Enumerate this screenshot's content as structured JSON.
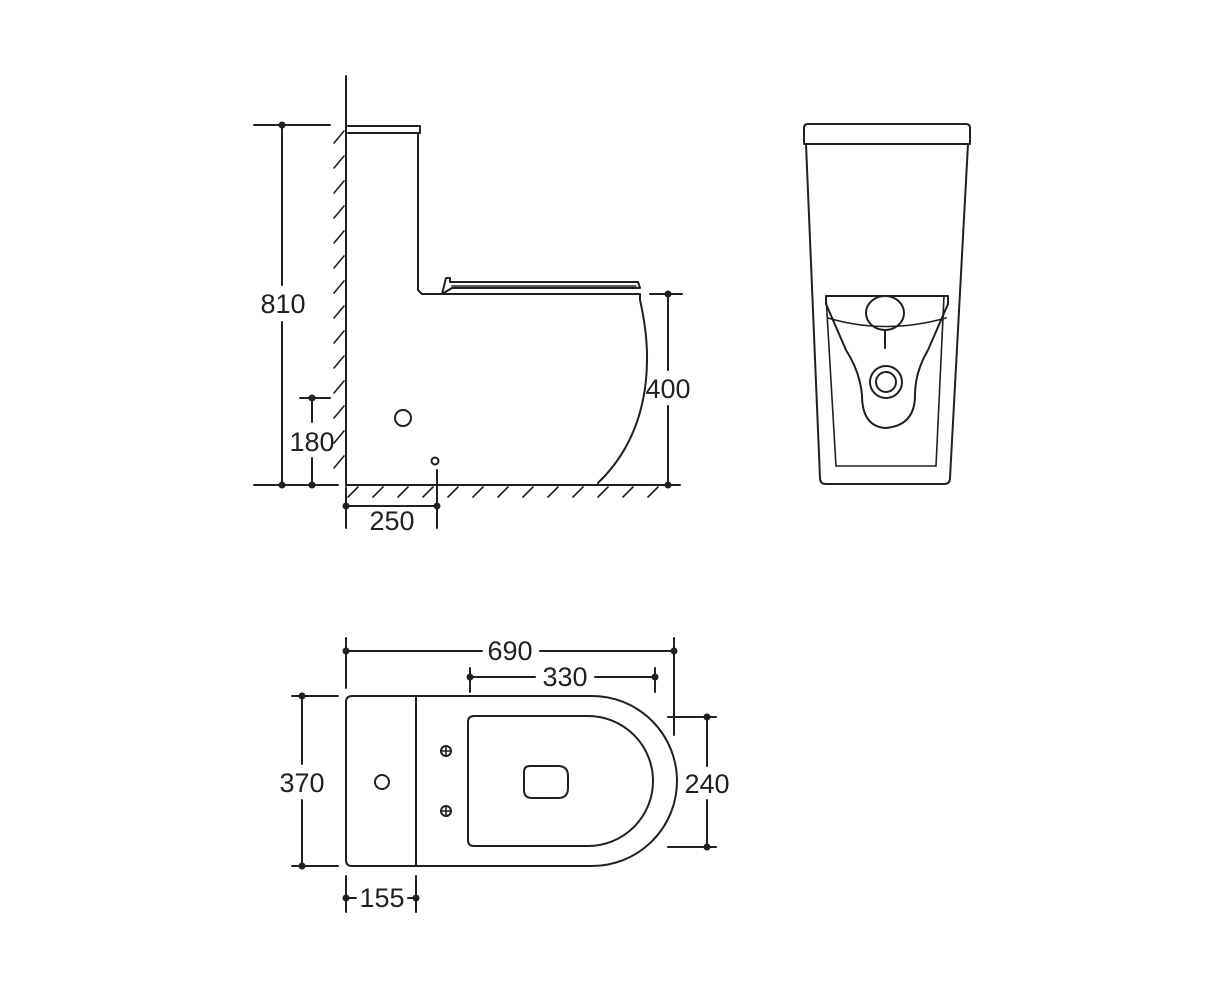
{
  "drawing": {
    "side_view": {
      "overall_height": "810",
      "seat_height": "400",
      "inlet_height": "180",
      "rough_in": "250"
    },
    "top_view": {
      "overall_length": "690",
      "seat_length": "330",
      "overall_width": "370",
      "seat_width": "240",
      "tank_depth": "155"
    },
    "colors": {
      "line": "#231f20",
      "background": "#ffffff"
    }
  }
}
